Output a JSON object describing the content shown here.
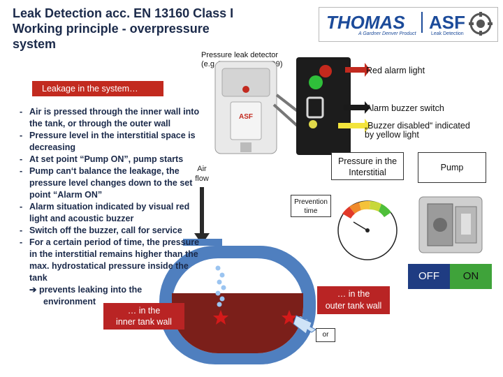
{
  "title": {
    "line1": "Leak Detection acc. EN 13160 Class I",
    "line2": "Working principle  - overpressure",
    "line3": "system"
  },
  "logo": {
    "brand": "THOMAS",
    "asf": "ASF",
    "tagline": "A Gardner Denver Product",
    "division": "Leak Detection"
  },
  "detector": {
    "label_line1": "Pressure leak detector",
    "label_line2": "(e.g. THOMAS ASF D9)"
  },
  "leak_banner": "Leakage in the system…",
  "bullets": [
    "Air is pressed through the inner wall into the tank, or through the outer wall",
    "Pressure level in the interstitial space is decreasing",
    "At set point “Pump ON”, pump starts",
    "Pump can‘t balance the leakage, the pressure level changes down to the set point “Alarm ON”",
    "Alarm situation indicated by visual red light and acoustic buzzer",
    "Switch off the buzzer, call for service",
    "For a certain period of time, the pressure in the interstitial remains higher than the max. hydrostatical pressure inside the tank"
  ],
  "bullet_arrow_line": "prevents leaking into the",
  "bullet_env_line": "environment",
  "airflow": {
    "line1": "Air",
    "line2": "flow"
  },
  "callouts": {
    "red_alarm": "Red alarm light",
    "buzzer_switch": "Alarm buzzer switch",
    "buzzer_disabled_line1": "„Buzzer disabled“ indicated",
    "buzzer_disabled_line2": "by yellow light"
  },
  "pressure_box": {
    "line1": "Pressure in the",
    "line2": "Interstitial"
  },
  "pump_label": "Pump",
  "prevention": {
    "line1": "Prevention",
    "line2": "time"
  },
  "pump_state": {
    "off": "OFF",
    "on": "ON"
  },
  "outer_wall": {
    "line1": "… in the",
    "line2": "outer tank wall"
  },
  "or_label": "or",
  "inner_wall": {
    "line1": "… in the",
    "line2": "inner  tank wall"
  },
  "colors": {
    "title": "#1b2a4a",
    "brand_blue": "#1c4b9a",
    "alarm_red": "#c22a1f",
    "pump_off": "#1f3c82",
    "pump_on": "#3fa33a",
    "tank_wall": "#4f7fbf",
    "liquid": "#7b1f1a"
  }
}
